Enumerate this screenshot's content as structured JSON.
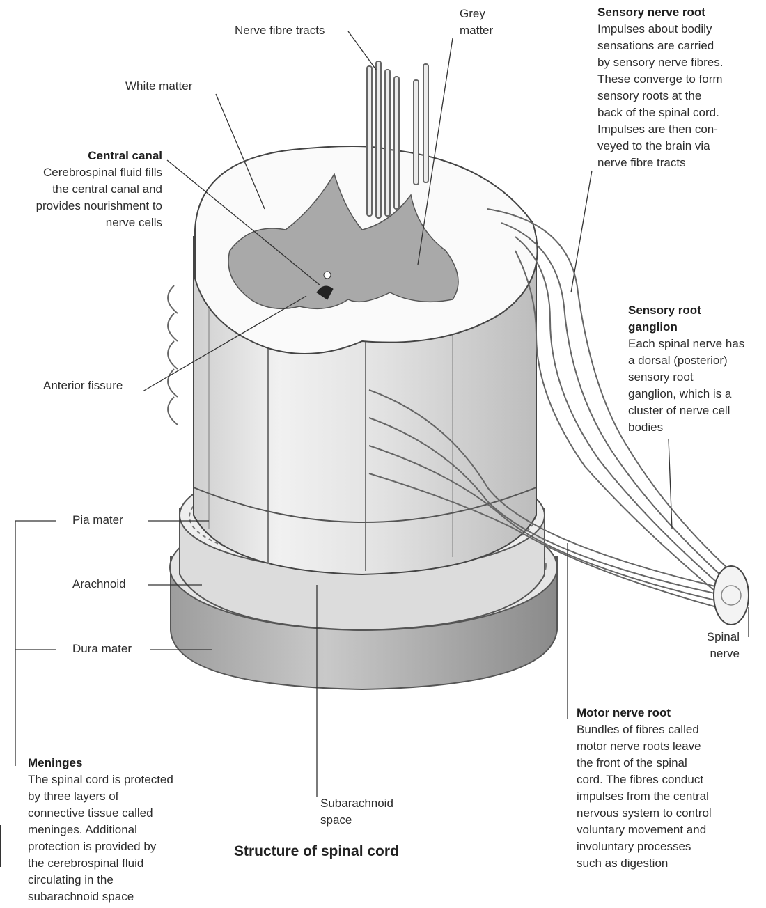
{
  "diagram": {
    "title": "Structure of spinal cord",
    "labels": {
      "nerve_fibre_tracts": "Nerve fibre tracts",
      "grey_matter": "Grey\nmatter",
      "white_matter": "White matter",
      "central_canal": {
        "head": "Central canal",
        "body": "Cerebrospinal fluid fills\nthe central canal and\nprovides nourishment to\nnerve cells"
      },
      "sensory_nerve_root": {
        "head": "Sensory nerve root",
        "body": "Impulses about bodily\nsensations are carried\nby sensory nerve fibres.\nThese converge to form\nsensory roots at the\nback of the spinal cord.\nImpulses are then con-\nveyed to the brain via\nnerve fibre tracts"
      },
      "sensory_root_ganglion": {
        "head": "Sensory root\nganglion",
        "body": "Each spinal nerve has\na dorsal (posterior)\nsensory root\nganglion, which is a\ncluster of nerve cell\nbodies"
      },
      "anterior_fissure": "Anterior fissure",
      "pia_mater": "Pia mater",
      "arachnoid": "Arachnoid",
      "dura_mater": "Dura mater",
      "spinal_nerve": "Spinal\nnerve",
      "motor_nerve_root": {
        "head": "Motor nerve root",
        "body": "Bundles of fibres called\nmotor nerve roots leave\nthe front of the spinal\ncord. The fibres conduct\nimpulses from the central\nnervous system to control\nvoluntary movement and\ninvoluntary processes\nsuch as digestion"
      },
      "meninges": {
        "head": "Meninges",
        "body": "The spinal cord is protected\nby three layers of\nconnective tissue called\nmeninges. Additional\nprotection is provided by\nthe cerebrospinal fluid\ncirculating in the\nsubarachnoid space"
      },
      "subarachnoid_space": "Subarachnoid\nspace"
    }
  }
}
